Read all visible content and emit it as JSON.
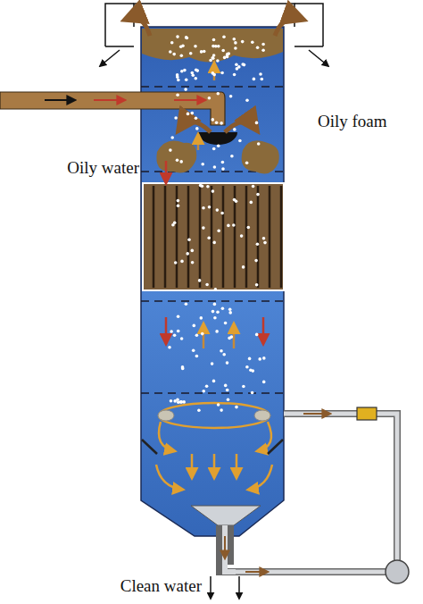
{
  "diagram": {
    "labels": [
      "Oily foam",
      "Oily water",
      "Clean water"
    ]
  }
}
